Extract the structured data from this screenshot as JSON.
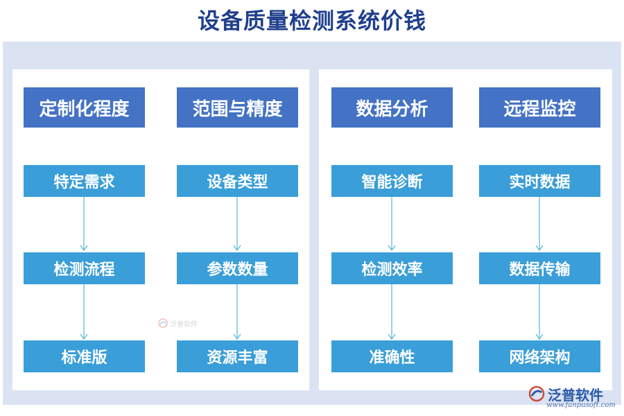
{
  "title": "设备质量检测系统价钱",
  "columns": [
    {
      "header": "定制化程度",
      "items": [
        "特定需求",
        "检测流程",
        "标准版"
      ]
    },
    {
      "header": "范围与精度",
      "items": [
        "设备类型",
        "参数数量",
        "资源丰富"
      ]
    },
    {
      "header": "数据分析",
      "items": [
        "智能诊断",
        "检测效率",
        "准确性"
      ]
    },
    {
      "header": "远程监控",
      "items": [
        "实时数据",
        "数据传输",
        "网络架构"
      ]
    }
  ],
  "watermark": "泛普软件",
  "logo": {
    "name": "泛普软件",
    "url": "www.fanpusoft.com"
  },
  "colors": {
    "title": "#1f3f8c",
    "header_bg": "#4472c4",
    "item_bg": "#3a9ed8",
    "outer_bg": "#dbe3f3",
    "arrow": "#4fb6d8"
  }
}
